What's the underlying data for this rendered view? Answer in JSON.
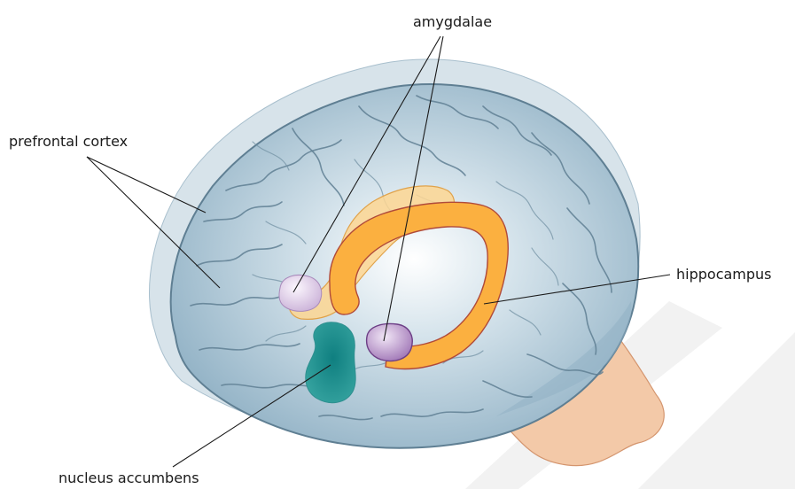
{
  "labels": {
    "amygdalae": "amygdalae",
    "prefrontal_cortex": "prefrontal cortex",
    "hippocampus": "hippocampus",
    "nucleus_accumbens": "nucleus accumbens"
  },
  "colors": {
    "brain_fill": "#a9c2d2",
    "brain_outline": "#5f7f93",
    "brain_halo": "#c9d9e3",
    "hippocampus_fill": "#fbb040",
    "hippocampus_outline": "#b04a3a",
    "amygdala_fill": "#b48cc4",
    "nucleus_accumbens_fill": "#1a8c8c",
    "neck_fill": "#f3c9a8",
    "watermark": "#f2f2f2"
  }
}
